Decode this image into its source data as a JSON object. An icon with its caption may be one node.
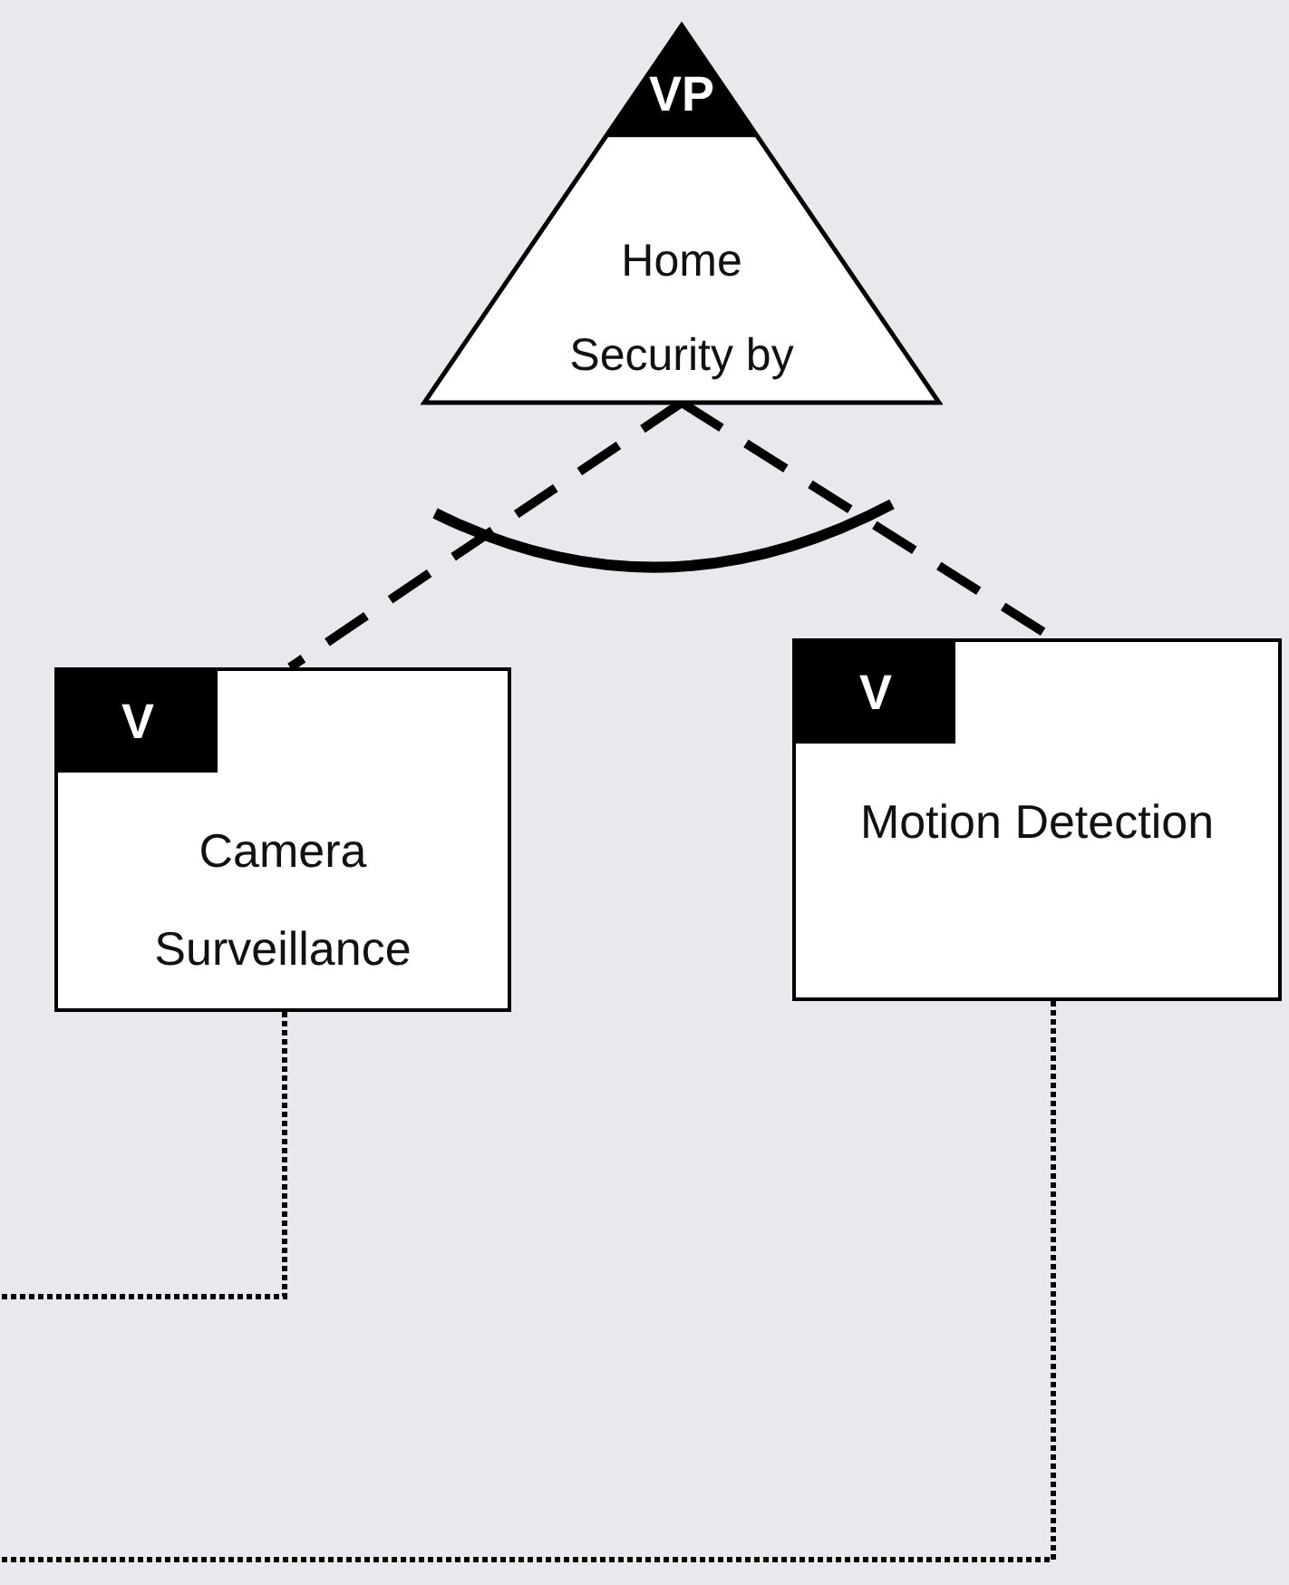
{
  "diagram": {
    "nodes": [
      {
        "text": [
          "VP",
          "Home Security by"
        ]
      },
      {
        "text": [
          "V",
          "Camera Surveillance"
        ]
      },
      {
        "text": [
          "V",
          "Motion Detection"
        ]
      }
    ],
    "edges": [
      {
        "from": 0,
        "to": 1,
        "arrow": "none",
        "style": "dashed"
      },
      {
        "from": 0,
        "to": 2,
        "arrow": "none",
        "style": "dashed"
      },
      {
        "from": 1,
        "to": null,
        "arrow": "none"
      },
      {
        "from": 2,
        "to": null,
        "arrow": "none"
      }
    ]
  }
}
